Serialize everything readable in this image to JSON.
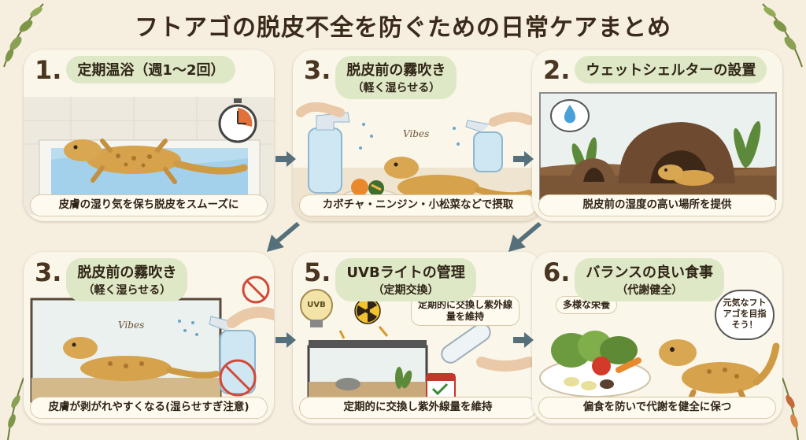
{
  "title": "フトアゴの脱皮不全を防ぐための日常ケアまとめ",
  "cards": [
    {
      "num": "1.",
      "title": "定期温浴（週1〜2回）",
      "subtitle": "",
      "caption": "皮膚の湿り気を保ち脱皮をスムーズに"
    },
    {
      "num": "3.",
      "title": "脱皮前の霧吹き",
      "subtitle": "（軽く湿らせる）",
      "caption": "カボチャ・ニンジン・小松菜などで摂取",
      "tag": "Vibes"
    },
    {
      "num": "2.",
      "title": "ウェットシェルターの設置",
      "subtitle": "",
      "caption": "脱皮前の湿度の高い場所を提供"
    },
    {
      "num": "3.",
      "title": "脱皮前の霧吹き",
      "subtitle": "（軽く湿らせる）",
      "caption": "皮膚が剥がれやすくなる(湿らせすぎ注意)",
      "tag": "Vibes"
    },
    {
      "num": "5.",
      "title": "UVBライトの管理",
      "subtitle": "（定期交換）",
      "caption": "定期的に交換し紫外線量を維持",
      "note": "定期的に交換し紫外線量を維持",
      "bulb": "UVB"
    },
    {
      "num": "6.",
      "title": "バランスの良い食事",
      "subtitle": "（代謝健全）",
      "caption": "偏食を防いで代謝を健全に保つ",
      "note": "多様な栄養",
      "bubble": "元気なフトアゴを目指そう！"
    }
  ],
  "colors": {
    "background": "#f6efdf",
    "card": "#fbf6ea",
    "pill": "#dfe8c6",
    "arrow": "#55707a",
    "lizard": "#d6a24c"
  }
}
